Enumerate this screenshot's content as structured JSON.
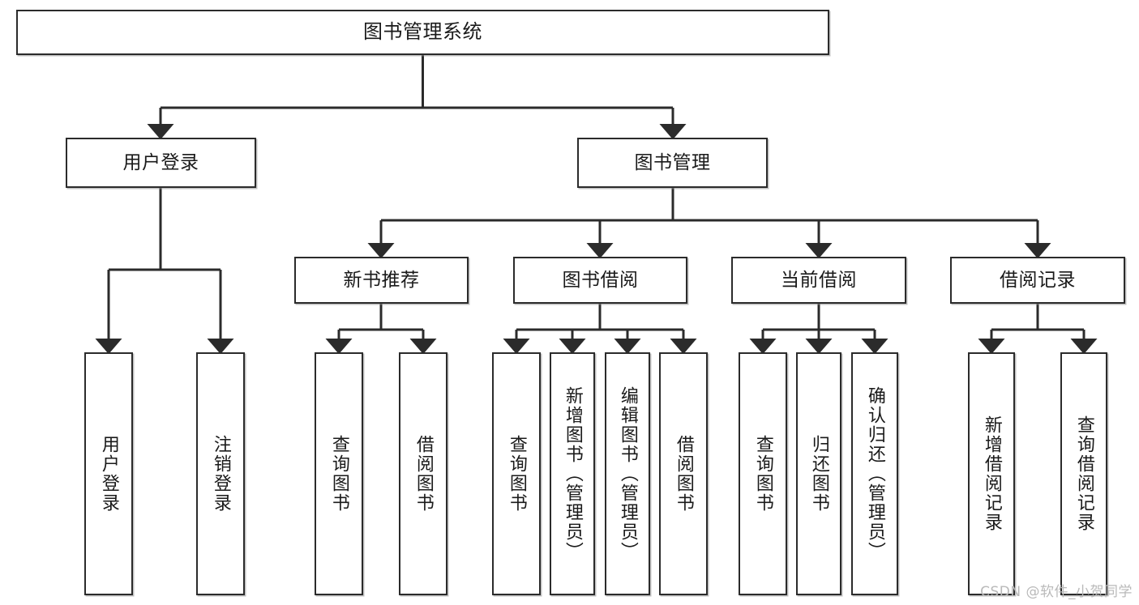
{
  "diagram": {
    "title": "图书管理系统",
    "watermark": "CSDN @软件_小贺同学",
    "stroke_color": "#2b2b2b",
    "background_color": "#ffffff",
    "text_color": "#1a1a1a",
    "watermark_color": "#b9b9b9",
    "type": "tree-hierarchy",
    "levels": 4,
    "nodes": {
      "root": {
        "label": "图书管理系统"
      },
      "level2": [
        {
          "label": "用户登录"
        },
        {
          "label": "图书管理"
        }
      ],
      "level3": [
        {
          "label": "新书推荐"
        },
        {
          "label": "图书借阅"
        },
        {
          "label": "当前借阅"
        },
        {
          "label": "借阅记录"
        }
      ],
      "leaves_user_login": [
        {
          "label": "用户登录"
        },
        {
          "label": "注销登录"
        }
      ],
      "leaves_new_book": [
        {
          "label": "查询图书"
        },
        {
          "label": "借阅图书"
        }
      ],
      "leaves_borrow": [
        {
          "label": "查询图书"
        },
        {
          "label": "新增图书（管理员）"
        },
        {
          "label": "编辑图书（管理员）"
        },
        {
          "label": "借阅图书"
        }
      ],
      "leaves_current": [
        {
          "label": "查询图书"
        },
        {
          "label": "归还图书"
        },
        {
          "label": "确认归还（管理员）"
        }
      ],
      "leaves_records": [
        {
          "label": "新增借阅记录"
        },
        {
          "label": "查询借阅记录"
        }
      ]
    }
  }
}
